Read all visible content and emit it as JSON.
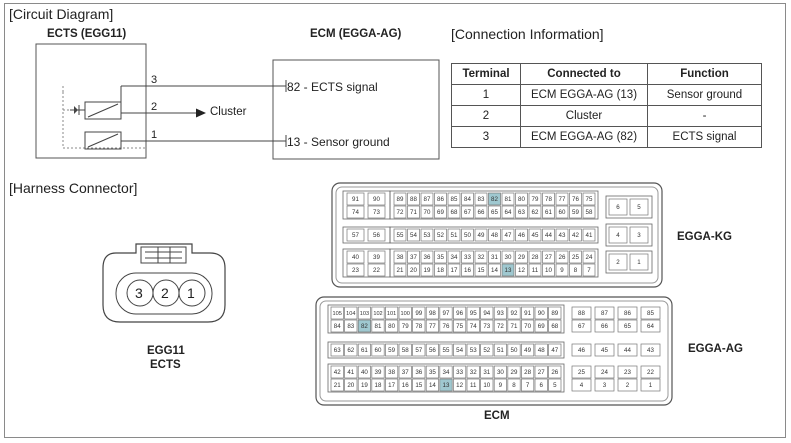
{
  "circuit": {
    "section_title": "[Circuit Diagram]",
    "sensor_title": "ECTS (EGG11)",
    "ecm_title": "ECM (EGGA-AG)",
    "pins": [
      "3",
      "2",
      "1"
    ],
    "cluster_label": "Cluster",
    "ecm_pin_signal": "82 - ECTS signal",
    "ecm_pin_ground": "13 - Sensor ground"
  },
  "connection": {
    "section_title": "[Connection Information]",
    "headers": [
      "Terminal",
      "Connected to",
      "Function"
    ],
    "rows": [
      [
        "1",
        "ECM EGGA-AG (13)",
        "Sensor ground"
      ],
      [
        "2",
        "Cluster",
        "-"
      ],
      [
        "3",
        "ECM EGGA-AG (82)",
        "ECTS signal"
      ]
    ]
  },
  "harness": {
    "section_title": "[Harness Connector]",
    "plug_pins": [
      "3",
      "2",
      "1"
    ],
    "plug_label_1": "EGG11",
    "plug_label_2": "ECTS",
    "kg_label": "EGGA-KG",
    "ag_label": "EGGA-AG",
    "ecm_label": "ECM",
    "kg_rows": [
      {
        "sep": [
          "91",
          "90"
        ],
        "main": [
          "89",
          "88",
          "87",
          "86",
          "85",
          "84",
          "83",
          "82",
          "81",
          "80",
          "79",
          "78",
          "77",
          "76",
          "75"
        ],
        "right": [
          "6",
          "5"
        ]
      },
      {
        "sep": [
          "74",
          "73"
        ],
        "main": [
          "72",
          "71",
          "70",
          "69",
          "68",
          "67",
          "66",
          "65",
          "64",
          "63",
          "62",
          "61",
          "60",
          "59",
          "58"
        ],
        "right": []
      },
      {
        "sep": [
          "57",
          "56"
        ],
        "main": [
          "55",
          "54",
          "53",
          "52",
          "51",
          "50",
          "49",
          "48",
          "47",
          "46",
          "45",
          "44",
          "43",
          "42",
          "41"
        ],
        "right": [
          "4",
          "3"
        ]
      },
      {
        "sep": [
          "40",
          "39"
        ],
        "main": [
          "38",
          "37",
          "36",
          "35",
          "34",
          "33",
          "32",
          "31",
          "30",
          "29",
          "28",
          "27",
          "26",
          "25",
          "24"
        ],
        "right": [
          "2",
          "1"
        ]
      },
      {
        "sep": [
          "23",
          "22"
        ],
        "main": [
          "21",
          "20",
          "19",
          "18",
          "17",
          "16",
          "15",
          "14",
          "13",
          "12",
          "11",
          "10",
          "9",
          "8",
          "7"
        ],
        "right": []
      }
    ],
    "ag_rows": [
      {
        "main": [
          "105",
          "104",
          "103",
          "102",
          "101",
          "100",
          "99",
          "98",
          "97",
          "96",
          "95",
          "94",
          "93",
          "92",
          "91",
          "90",
          "89"
        ],
        "right": [
          "88",
          "87",
          "86",
          "85"
        ]
      },
      {
        "main": [
          "84",
          "83",
          "82",
          "81",
          "80",
          "79",
          "78",
          "77",
          "76",
          "75",
          "74",
          "73",
          "72",
          "71",
          "70",
          "69",
          "68"
        ],
        "right": [
          "67",
          "66",
          "65",
          "64"
        ]
      },
      {
        "main": [
          "63",
          "62",
          "61",
          "60",
          "59",
          "58",
          "57",
          "56",
          "55",
          "54",
          "53",
          "52",
          "51",
          "50",
          "49",
          "48",
          "47"
        ],
        "right": [
          "46",
          "45",
          "44",
          "43"
        ]
      },
      {
        "main": [
          "42",
          "41",
          "40",
          "39",
          "38",
          "37",
          "36",
          "35",
          "34",
          "33",
          "32",
          "31",
          "30",
          "29",
          "28",
          "27",
          "26"
        ],
        "right": [
          "25",
          "24",
          "23",
          "22"
        ]
      },
      {
        "main": [
          "21",
          "20",
          "19",
          "18",
          "17",
          "16",
          "15",
          "14",
          "13",
          "12",
          "11",
          "10",
          "9",
          "8",
          "7",
          "6",
          "5"
        ],
        "right": [
          "4",
          "3",
          "2",
          "1"
        ]
      }
    ],
    "highlighted_pins": [
      "82",
      "13"
    ],
    "highlight_color": "#9fc8d0"
  }
}
